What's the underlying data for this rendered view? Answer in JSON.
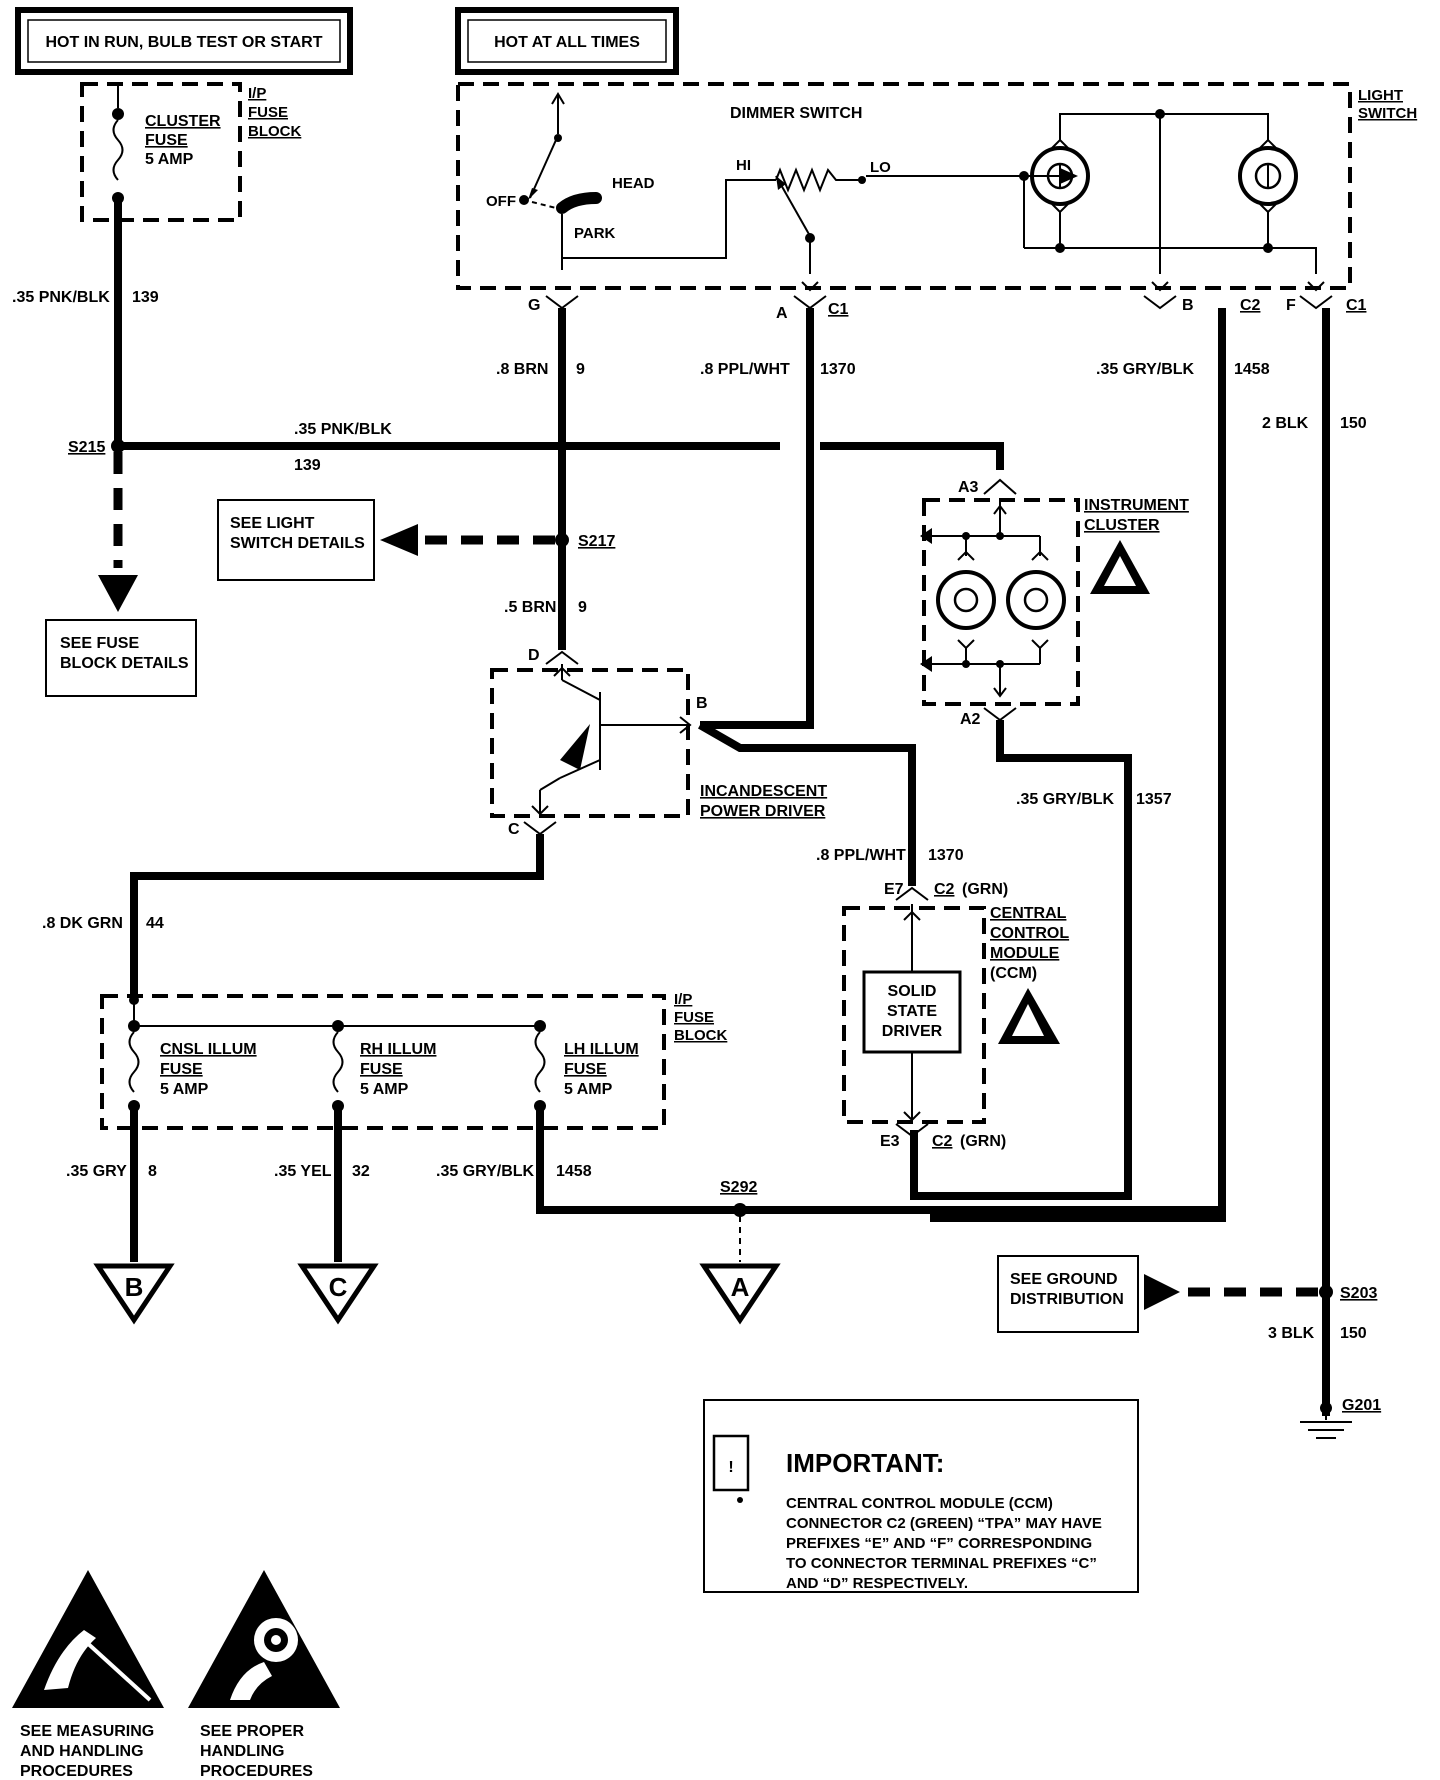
{
  "labels": {
    "hot_run": "HOT IN RUN, BULB TEST OR START",
    "hot_all": "HOT AT ALL TIMES",
    "cluster_fuse": [
      "CLUSTER",
      "FUSE",
      "5 AMP"
    ],
    "ip_fuse_block_top": [
      "I/P",
      "FUSE",
      "BLOCK"
    ],
    "dimmer_switch": "DIMMER SWITCH",
    "light_switch": [
      "LIGHT",
      "SWITCH"
    ],
    "switch_off": "OFF",
    "switch_head": "HEAD",
    "switch_park": "PARK",
    "switch_hi": "HI",
    "switch_lo": "LO",
    "conn_g": "G",
    "conn_a": "A",
    "conn_c1": "C1",
    "conn_b": "B",
    "conn_c2": "C2",
    "conn_f": "F",
    "conn_c1b": "C1",
    "w_pnkblk": ".35 PNK/BLK",
    "w_139": "139",
    "w_brn": ".8 BRN",
    "w_9": "9",
    "w_ppl": ".8 PPL/WHT",
    "w_1370": "1370",
    "w_grybl": ".35 GRY/BLK",
    "w_1458": "1458",
    "w_2blk": "2 BLK",
    "w_150": "150",
    "s215": "S215",
    "w_pnkblk2": ".35 PNK/BLK",
    "w_139b": "139",
    "see_light": [
      "SEE LIGHT",
      "SWITCH DETAILS"
    ],
    "s217": "S217",
    "see_fuse": [
      "SEE FUSE",
      "BLOCK DETAILS"
    ],
    "a3": "A3",
    "instrument_cluster": [
      "INSTRUMENT",
      "CLUSTER"
    ],
    "a2": "A2",
    "w_5brn": ".5 BRN",
    "w_9b": "9",
    "conn_d": "D",
    "conn_b2": "B",
    "ipd": [
      "INCANDESCENT",
      "POWER DRIVER"
    ],
    "conn_c": "C",
    "w_grybl2": ".35 GRY/BLK",
    "w_1357": "1357",
    "w_ppl2": ".8 PPL/WHT",
    "w_1370b": "1370",
    "e7": "E7",
    "c2grn": "C2",
    "grn": "(GRN)",
    "ccm": [
      "CENTRAL",
      "CONTROL",
      "MODULE",
      "(CCM)"
    ],
    "w_dkgrn": ".8 DK GRN",
    "w_44": "44",
    "solid_state": [
      "SOLID",
      "STATE",
      "DRIVER"
    ],
    "ip_fuse_block_bot": [
      "I/P",
      "FUSE",
      "BLOCK"
    ],
    "cnsl": [
      "CNSL ILLUM",
      "FUSE",
      "5 AMP"
    ],
    "rh": [
      "RH ILLUM",
      "FUSE",
      "5 AMP"
    ],
    "lh": [
      "LH ILLUM",
      "FUSE",
      "5 AMP"
    ],
    "e3": "E3",
    "c2grn2": "C2",
    "grn2": "(GRN)",
    "w_gry": ".35 GRY",
    "w_8": "8",
    "w_yel": ".35 YEL",
    "w_32": "32",
    "w_grybl3": ".35 GRY/BLK",
    "w_1458b": "1458",
    "s292": "S292",
    "tri_b": "B",
    "tri_c": "C",
    "tri_a": "A",
    "see_ground": [
      "SEE GROUND",
      "DISTRIBUTION"
    ],
    "s203": "S203",
    "w_3blk": "3 BLK",
    "w_150b": "150",
    "g201": "G201",
    "important_title": "IMPORTANT:",
    "important_text": [
      "CENTRAL CONTROL MODULE (CCM)",
      "CONNECTOR C2 (GREEN) “TPA” MAY HAVE",
      "PREFIXES “E” AND “F” CORRESPONDING",
      "TO CONNECTOR TERMINAL PREFIXES “C”",
      "AND “D” RESPECTIVELY."
    ],
    "measuring": [
      "SEE MEASURING",
      "AND HANDLING",
      "PROCEDURES"
    ],
    "proper": [
      "SEE  PROPER",
      "HANDLING",
      "PROCEDURES"
    ]
  }
}
